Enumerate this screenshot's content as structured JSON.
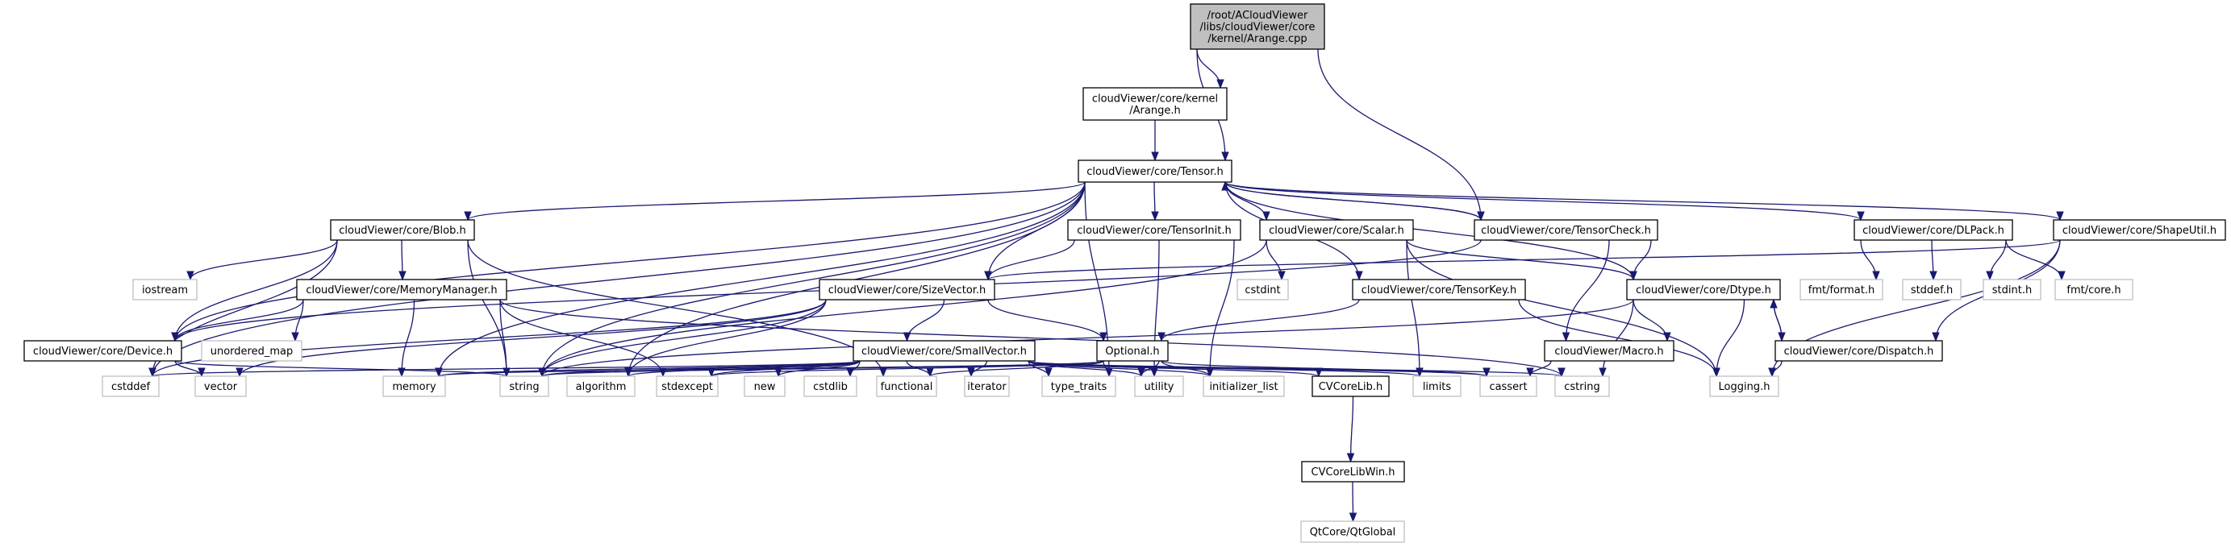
{
  "title": "Include dependency graph for Arange.cpp",
  "colors": {
    "edge": "#191970",
    "root_fill": "#bfbfbf",
    "project_border": "#000000",
    "system_border": "#bfbfbf"
  },
  "nodes": [
    {
      "id": "arange_cpp",
      "kind": "root",
      "lines": [
        "/root/ACloudViewer",
        "/libs/cloudViewer/core",
        "/kernel/Arange.cpp"
      ]
    },
    {
      "id": "arange_h",
      "kind": "project",
      "lines": [
        "cloudViewer/core/kernel",
        "/Arange.h"
      ]
    },
    {
      "id": "tensor_h",
      "kind": "project",
      "lines": [
        "cloudViewer/core/Tensor.h"
      ]
    },
    {
      "id": "blob_h",
      "kind": "project",
      "lines": [
        "cloudViewer/core/Blob.h"
      ]
    },
    {
      "id": "tensorinit_h",
      "kind": "project",
      "lines": [
        "cloudViewer/core/TensorInit.h"
      ]
    },
    {
      "id": "scalar_h",
      "kind": "project",
      "lines": [
        "cloudViewer/core/Scalar.h"
      ]
    },
    {
      "id": "tensorcheck_h",
      "kind": "project",
      "lines": [
        "cloudViewer/core/TensorCheck.h"
      ]
    },
    {
      "id": "dlpack_h",
      "kind": "project",
      "lines": [
        "cloudViewer/core/DLPack.h"
      ]
    },
    {
      "id": "shapeutil_h",
      "kind": "project",
      "lines": [
        "cloudViewer/core/ShapeUtil.h"
      ]
    },
    {
      "id": "iostream",
      "kind": "system",
      "lines": [
        "iostream"
      ]
    },
    {
      "id": "memorymanager_h",
      "kind": "project",
      "lines": [
        "cloudViewer/core/MemoryManager.h"
      ]
    },
    {
      "id": "sizevector_h",
      "kind": "project",
      "lines": [
        "cloudViewer/core/SizeVector.h"
      ]
    },
    {
      "id": "cstdint",
      "kind": "system",
      "lines": [
        "cstdint"
      ]
    },
    {
      "id": "tensorkey_h",
      "kind": "project",
      "lines": [
        "cloudViewer/core/TensorKey.h"
      ]
    },
    {
      "id": "dtype_h",
      "kind": "project",
      "lines": [
        "cloudViewer/core/Dtype.h"
      ]
    },
    {
      "id": "fmt_format_h",
      "kind": "system",
      "lines": [
        "fmt/format.h"
      ]
    },
    {
      "id": "stddef_h",
      "kind": "system",
      "lines": [
        "stddef.h"
      ]
    },
    {
      "id": "stdint_h",
      "kind": "system",
      "lines": [
        "stdint.h"
      ]
    },
    {
      "id": "fmt_core_h",
      "kind": "system",
      "lines": [
        "fmt/core.h"
      ]
    },
    {
      "id": "device_h",
      "kind": "project",
      "lines": [
        "cloudViewer/core/Device.h"
      ]
    },
    {
      "id": "unordered_map",
      "kind": "system",
      "lines": [
        "unordered_map"
      ]
    },
    {
      "id": "smallvector_h",
      "kind": "project",
      "lines": [
        "cloudViewer/core/SmallVector.h"
      ]
    },
    {
      "id": "optional_h",
      "kind": "project",
      "lines": [
        "Optional.h"
      ]
    },
    {
      "id": "macro_h",
      "kind": "project",
      "lines": [
        "cloudViewer/Macro.h"
      ]
    },
    {
      "id": "dispatch_h",
      "kind": "project",
      "lines": [
        "cloudViewer/core/Dispatch.h"
      ]
    },
    {
      "id": "cstddef",
      "kind": "system",
      "lines": [
        "cstddef"
      ]
    },
    {
      "id": "vector",
      "kind": "system",
      "lines": [
        "vector"
      ]
    },
    {
      "id": "memory",
      "kind": "system",
      "lines": [
        "memory"
      ]
    },
    {
      "id": "string",
      "kind": "system",
      "lines": [
        "string"
      ]
    },
    {
      "id": "algorithm",
      "kind": "system",
      "lines": [
        "algorithm"
      ]
    },
    {
      "id": "stdexcept",
      "kind": "system",
      "lines": [
        "stdexcept"
      ]
    },
    {
      "id": "new",
      "kind": "system",
      "lines": [
        "new"
      ]
    },
    {
      "id": "cstdlib",
      "kind": "system",
      "lines": [
        "cstdlib"
      ]
    },
    {
      "id": "functional",
      "kind": "system",
      "lines": [
        "functional"
      ]
    },
    {
      "id": "iterator",
      "kind": "system",
      "lines": [
        "iterator"
      ]
    },
    {
      "id": "type_traits",
      "kind": "system",
      "lines": [
        "type_traits"
      ]
    },
    {
      "id": "utility",
      "kind": "system",
      "lines": [
        "utility"
      ]
    },
    {
      "id": "initializer_list",
      "kind": "system",
      "lines": [
        "initializer_list"
      ]
    },
    {
      "id": "cvcorelib_h",
      "kind": "project",
      "lines": [
        "CVCoreLib.h"
      ]
    },
    {
      "id": "limits",
      "kind": "system",
      "lines": [
        "limits"
      ]
    },
    {
      "id": "cassert",
      "kind": "system",
      "lines": [
        "cassert"
      ]
    },
    {
      "id": "cstring",
      "kind": "system",
      "lines": [
        "cstring"
      ]
    },
    {
      "id": "logging_h",
      "kind": "system",
      "lines": [
        "Logging.h"
      ]
    },
    {
      "id": "cvcorelibwin_h",
      "kind": "project",
      "lines": [
        "CVCoreLibWin.h"
      ]
    },
    {
      "id": "qtglobal",
      "kind": "system",
      "lines": [
        "QtCore/QtGlobal"
      ]
    }
  ],
  "edges": [
    [
      "arange_cpp",
      "arange_h"
    ],
    [
      "arange_cpp",
      "tensor_h"
    ],
    [
      "arange_cpp",
      "tensorcheck_h"
    ],
    [
      "arange_h",
      "tensor_h"
    ],
    [
      "tensor_h",
      "blob_h"
    ],
    [
      "tensor_h",
      "tensorinit_h"
    ],
    [
      "tensor_h",
      "scalar_h"
    ],
    [
      "tensor_h",
      "tensorcheck_h"
    ],
    [
      "tensor_h",
      "dlpack_h"
    ],
    [
      "tensor_h",
      "shapeutil_h"
    ],
    [
      "tensor_h",
      "sizevector_h"
    ],
    [
      "tensor_h",
      "tensorkey_h"
    ],
    [
      "tensor_h",
      "dtype_h"
    ],
    [
      "tensor_h",
      "device_h"
    ],
    [
      "tensor_h",
      "cstddef"
    ],
    [
      "tensor_h",
      "memory"
    ],
    [
      "tensor_h",
      "string"
    ],
    [
      "tensor_h",
      "algorithm"
    ],
    [
      "tensor_h",
      "type_traits"
    ],
    [
      "tensorcheck_h",
      "tensor_h"
    ],
    [
      "blob_h",
      "iostream"
    ],
    [
      "blob_h",
      "memorymanager_h"
    ],
    [
      "blob_h",
      "device_h"
    ],
    [
      "blob_h",
      "cstddef"
    ],
    [
      "blob_h",
      "string"
    ],
    [
      "blob_h",
      "functional"
    ],
    [
      "memorymanager_h",
      "device_h"
    ],
    [
      "memorymanager_h",
      "unordered_map"
    ],
    [
      "memorymanager_h",
      "memory"
    ],
    [
      "memorymanager_h",
      "string"
    ],
    [
      "memorymanager_h",
      "stdexcept"
    ],
    [
      "memorymanager_h",
      "cstring"
    ],
    [
      "tensorinit_h",
      "sizevector_h"
    ],
    [
      "tensorinit_h",
      "utility"
    ],
    [
      "tensorinit_h",
      "initializer_list"
    ],
    [
      "scalar_h",
      "cstdint"
    ],
    [
      "scalar_h",
      "dtype_h"
    ],
    [
      "scalar_h",
      "limits"
    ],
    [
      "scalar_h",
      "logging_h"
    ],
    [
      "scalar_h",
      "string"
    ],
    [
      "tensorcheck_h",
      "device_h"
    ],
    [
      "tensorcheck_h",
      "dtype_h"
    ],
    [
      "tensorcheck_h",
      "macro_h"
    ],
    [
      "dlpack_h",
      "fmt_format_h"
    ],
    [
      "dlpack_h",
      "stddef_h"
    ],
    [
      "dlpack_h",
      "stdint_h"
    ],
    [
      "dlpack_h",
      "fmt_core_h"
    ],
    [
      "shapeutil_h",
      "sizevector_h"
    ],
    [
      "shapeutil_h",
      "dispatch_h"
    ],
    [
      "shapeutil_h",
      "logging_h"
    ],
    [
      "sizevector_h",
      "smallvector_h"
    ],
    [
      "sizevector_h",
      "optional_h"
    ],
    [
      "sizevector_h",
      "cstddef"
    ],
    [
      "sizevector_h",
      "vector"
    ],
    [
      "sizevector_h",
      "string"
    ],
    [
      "sizevector_h",
      "algorithm"
    ],
    [
      "tensorkey_h",
      "optional_h"
    ],
    [
      "tensorkey_h",
      "logging_h"
    ],
    [
      "dtype_h",
      "macro_h"
    ],
    [
      "dtype_h",
      "dispatch_h"
    ],
    [
      "dtype_h",
      "logging_h"
    ],
    [
      "dtype_h",
      "cstring"
    ],
    [
      "dtype_h",
      "string"
    ],
    [
      "dispatch_h",
      "dtype_h"
    ],
    [
      "dispatch_h",
      "logging_h"
    ],
    [
      "macro_h",
      "cassert"
    ],
    [
      "device_h",
      "vector"
    ],
    [
      "device_h",
      "string"
    ],
    [
      "smallvector_h",
      "cstddef"
    ],
    [
      "smallvector_h",
      "algorithm"
    ],
    [
      "smallvector_h",
      "stdexcept"
    ],
    [
      "smallvector_h",
      "new"
    ],
    [
      "smallvector_h",
      "cstdlib"
    ],
    [
      "smallvector_h",
      "functional"
    ],
    [
      "smallvector_h",
      "iterator"
    ],
    [
      "smallvector_h",
      "type_traits"
    ],
    [
      "smallvector_h",
      "utility"
    ],
    [
      "smallvector_h",
      "initializer_list"
    ],
    [
      "smallvector_h",
      "limits"
    ],
    [
      "smallvector_h",
      "cassert"
    ],
    [
      "smallvector_h",
      "cstring"
    ],
    [
      "smallvector_h",
      "memory"
    ],
    [
      "smallvector_h",
      "string"
    ],
    [
      "smallvector_h",
      "cvcorelib_h"
    ],
    [
      "optional_h",
      "type_traits"
    ],
    [
      "optional_h",
      "utility"
    ],
    [
      "optional_h",
      "initializer_list"
    ],
    [
      "optional_h",
      "functional"
    ],
    [
      "optional_h",
      "cassert"
    ],
    [
      "optional_h",
      "string"
    ],
    [
      "optional_h",
      "stdexcept"
    ],
    [
      "optional_h",
      "memory"
    ],
    [
      "cvcorelib_h",
      "cvcorelibwin_h"
    ],
    [
      "cvcorelibwin_h",
      "qtglobal"
    ]
  ]
}
